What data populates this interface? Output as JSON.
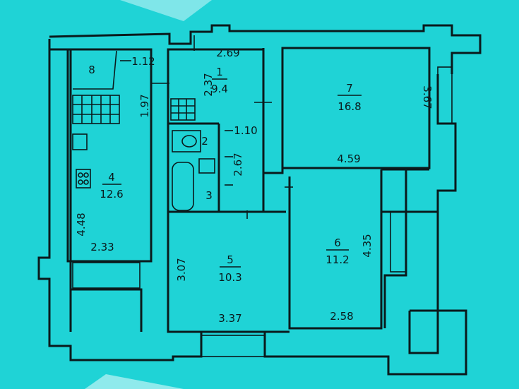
{
  "rooms": [
    {
      "id": "1",
      "area": "9.4"
    },
    {
      "id": "2",
      "area": ""
    },
    {
      "id": "3",
      "area": ""
    },
    {
      "id": "4",
      "area": "12.6"
    },
    {
      "id": "5",
      "area": "10.3"
    },
    {
      "id": "6",
      "area": "11.2"
    },
    {
      "id": "7",
      "area": "16.8"
    },
    {
      "id": "8",
      "area": ""
    }
  ],
  "dimensions": {
    "d_112": "1.12",
    "d_269": "2.69",
    "d_237": "2.37",
    "d_197": "1.97",
    "d_367": "3.67",
    "d_459": "4.59",
    "d_110": "1.10",
    "d_267": "2.67",
    "d_448": "4.48",
    "d_233": "2.33",
    "d_307": "3.07",
    "d_337": "3.37",
    "d_258": "2.58",
    "d_435": "4.35"
  },
  "colors": {
    "background": "#1fd3d6",
    "ink": "#0a1a1c",
    "paper": "#bff4f5"
  }
}
